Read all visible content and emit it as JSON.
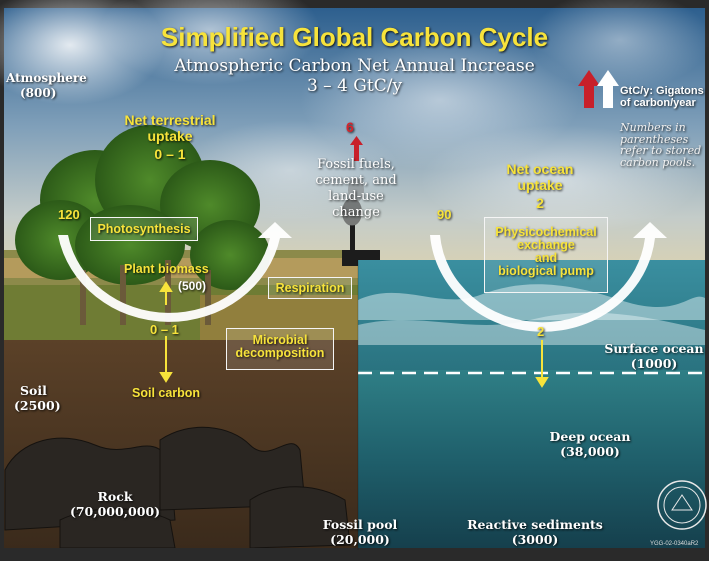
{
  "title": "Simplified Global Carbon Cycle",
  "subtitle": "Atmospheric Carbon Net Annual Increase",
  "subtitle_value": "3 – 4 GtC/y",
  "legend": {
    "unit_label": "GtC/y: Gigatons of carbon/year",
    "note": "Numbers in parentheses refer to stored carbon pools.",
    "arrow_colors": [
      "#c8202a",
      "#ffffff"
    ]
  },
  "pools": {
    "atmosphere": {
      "label": "Atmosphere",
      "value": "(800)"
    },
    "plant_biomass": {
      "label": "Plant biomass",
      "value": "(500)"
    },
    "soil": {
      "label": "Soil",
      "value": "(2500)"
    },
    "rock": {
      "label": "Rock",
      "value": "(70,000,000)"
    },
    "fossil_pool": {
      "label": "Fossil pool",
      "value": "(20,000)"
    },
    "reactive_sediments": {
      "label": "Reactive sediments",
      "value": "(3000)"
    },
    "surface_ocean": {
      "label": "Surface ocean",
      "value": "(1000)"
    },
    "deep_ocean": {
      "label": "Deep ocean",
      "value": "(38,000)"
    }
  },
  "fluxes": {
    "net_terrestrial": {
      "label_line1": "Net terrestrial",
      "label_line2": "uptake",
      "value": "0 – 1"
    },
    "net_ocean": {
      "label_line1": "Net ocean",
      "label_line2": "uptake",
      "value": "2"
    },
    "fossil": {
      "value": "6",
      "label_line1": "Fossil fuels,",
      "label_line2": "cement, and",
      "label_line3": "land-use",
      "label_line4": "change"
    },
    "photosynthesis_value": "120",
    "ocean_exchange_value": "90",
    "soil_flux_value": "0 – 1",
    "ocean_down_value": "2"
  },
  "processes": {
    "photosynthesis": "Photosynthesis",
    "respiration": "Respiration",
    "microbial_line1": "Microbial",
    "microbial_line2": "decomposition",
    "ocean_line1": "Physicochemical",
    "ocean_line2": "exchange",
    "ocean_line3": "and",
    "ocean_line4": "biological pump",
    "soil_carbon": "Soil carbon"
  },
  "credit": "YGG-02-0340aR2"
}
